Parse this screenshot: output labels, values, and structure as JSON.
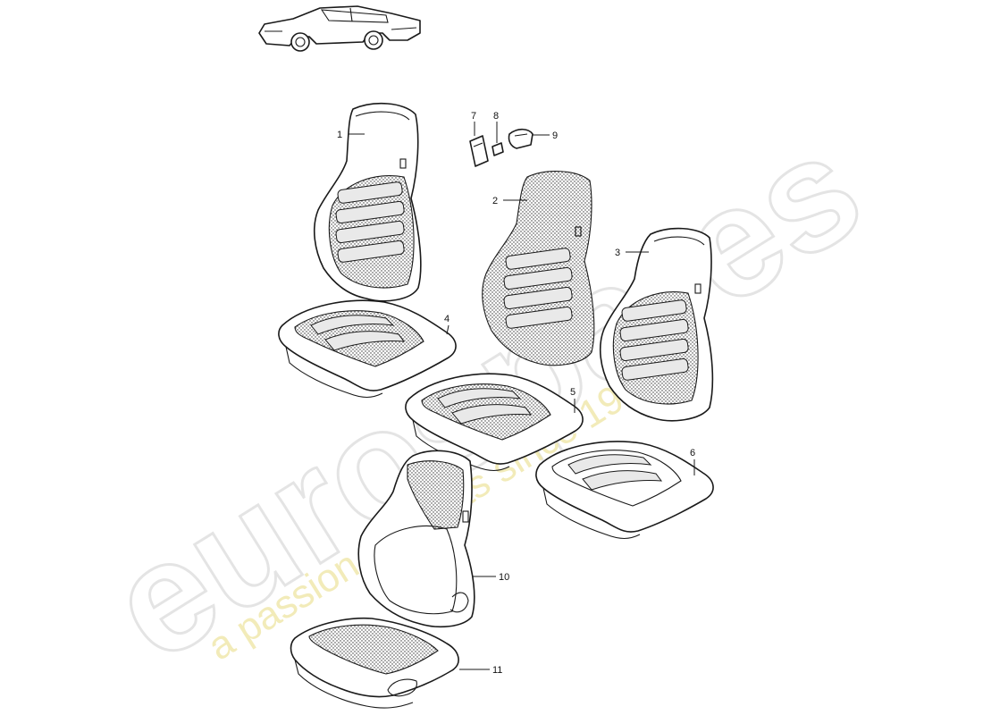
{
  "watermark": {
    "brand": "eurospares",
    "slogan": "a passion for parts since 1985"
  },
  "callouts": [
    "1",
    "2",
    "3",
    "4",
    "5",
    "6",
    "7",
    "8",
    "9",
    "10",
    "11"
  ],
  "colors": {
    "line": "#1a1a1a",
    "watermark_gray": "#dcdcdc",
    "watermark_yellow": "#efe7a8"
  }
}
